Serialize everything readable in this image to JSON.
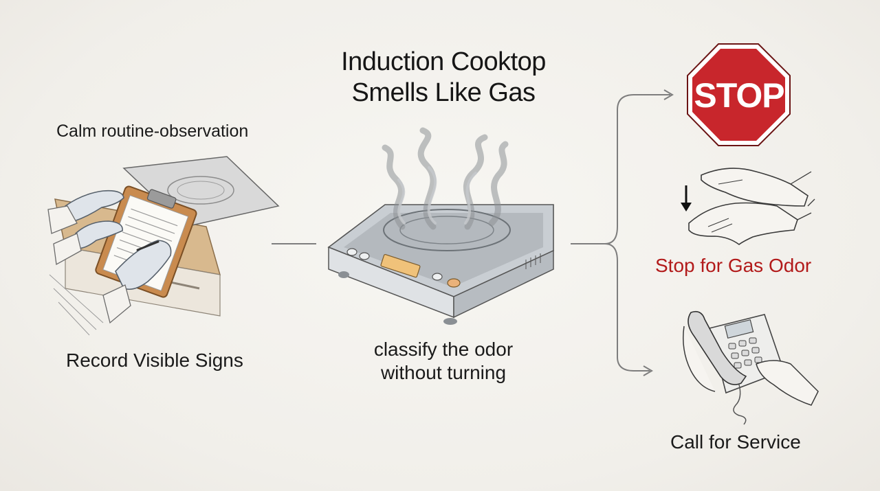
{
  "diagram": {
    "title_lines": [
      "Induction Cooktop",
      "Smells Like Gas"
    ],
    "left": {
      "subtitle": "Calm routine-observation",
      "caption": "Record Visible Signs",
      "illustration": "gloved-hands-clipboard-icon"
    },
    "center": {
      "caption_lines": [
        "classify the odor",
        "without turning"
      ],
      "illustration": "induction-cooktop-fumes-icon"
    },
    "right": {
      "stop_sign_text": "STOP",
      "stop_caption": "Stop for Gas Odor",
      "call_caption": "Call for Service",
      "stop_illustration": "stop-sign-icon",
      "hands_illustration": "hands-down-gesture-icon",
      "phone_illustration": "telephone-call-icon"
    },
    "colors": {
      "background": "#f3f1ec",
      "stop_red": "#c8262c",
      "stop_caption_red": "#b21a1a",
      "connector": "#7d7d7d"
    }
  }
}
